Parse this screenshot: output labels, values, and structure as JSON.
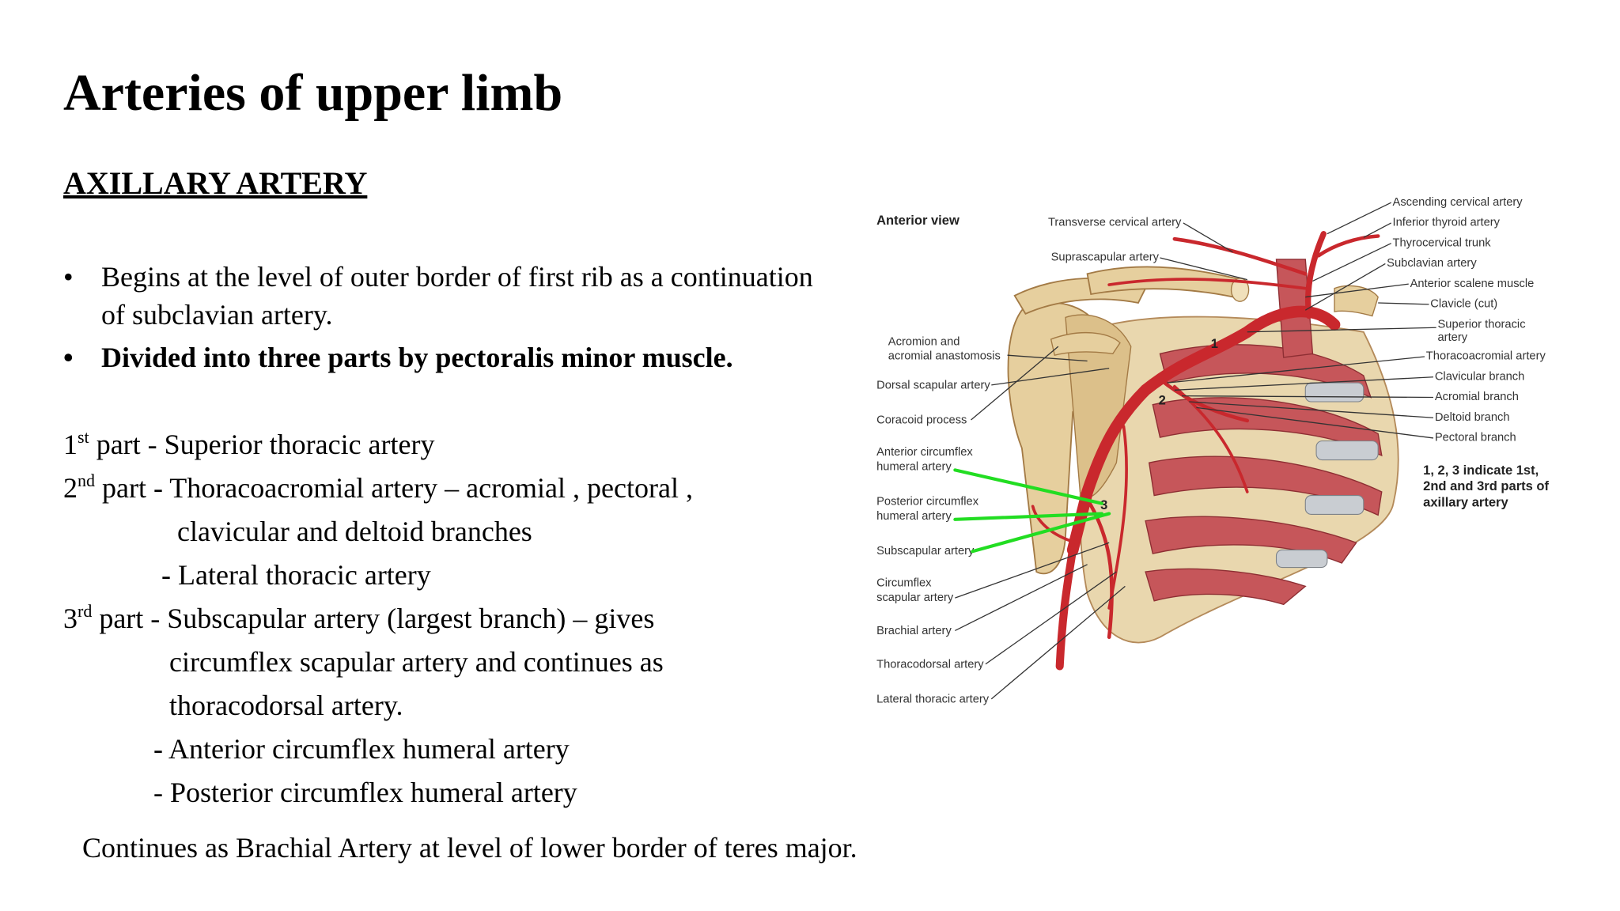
{
  "title": "Arteries of upper limb",
  "subtitle": "AXILLARY ARTERY",
  "bullets": [
    "Begins at the level of outer border of first rib as a continuation of subclavian artery.",
    "Divided into three parts by pectoralis minor muscle."
  ],
  "bullet_symbol": "•",
  "parts": {
    "p1_num": "1",
    "p1_sup": "st",
    "p1_text": " part - Superior thoracic artery",
    "p2_num": "2",
    "p2_sup": "nd",
    "p2_text": " part - Thoracoacromial artery – acromial , pectoral ,",
    "p2_cont": "clavicular and deltoid branches",
    "p2_lateral": "- Lateral thoracic artery",
    "p3_num": "3",
    "p3_sup": "rd",
    "p3_text": " part - Subscapular artery (largest branch) – gives",
    "p3_cont1": "circumflex scapular artery and continues as",
    "p3_cont2": "thoracodorsal artery.",
    "p3_ant": "- Anterior circumflex humeral artery",
    "p3_post": "- Posterior circumflex humeral artery"
  },
  "footer": "Continues as Brachial Artery at level of lower border of teres major.",
  "figure": {
    "view": "Anterior view",
    "left_labels": {
      "acromion1": "Acromion and",
      "acromion2": "acromial anastomosis",
      "dorsal": "Dorsal scapular artery",
      "coracoid": "Coracoid process",
      "ant1": "Anterior circumflex",
      "ant2": "humeral artery",
      "post1": "Posterior circumflex",
      "post2": "humeral artery",
      "subscap": "Subscapular artery",
      "circ1": "Circumflex",
      "circ2": "scapular artery",
      "brachial": "Brachial artery",
      "thoracodorsal": "Thoracodorsal artery",
      "lateral": "Lateral thoracic artery"
    },
    "top_labels": {
      "transverse": "Transverse cervical artery",
      "suprascap": "Suprascapular artery"
    },
    "right_labels": {
      "ascending": "Ascending cervical artery",
      "inferior": "Inferior thyroid artery",
      "thyrocervical": "Thyrocervical trunk",
      "subclavian": "Subclavian artery",
      "scalene": "Anterior scalene muscle",
      "clavicle": "Clavicle (cut)",
      "sup1": "Superior thoracic",
      "sup2": "artery",
      "thoracoacromial": "Thoracoacromial artery",
      "clavicular": "Clavicular branch",
      "acromial": "Acromial branch",
      "deltoid": "Deltoid branch",
      "pectoral": "Pectoral branch"
    },
    "part_numbers": [
      "1",
      "2",
      "3"
    ],
    "note": [
      "1, 2, 3 indicate 1st,",
      "2nd and 3rd parts of",
      "axillary artery"
    ],
    "colors": {
      "artery": "#c9282d",
      "bone": "#e6cf9e",
      "muscle": "#c6565a",
      "cartilage": "#c9cdd2",
      "pointer": "#22dd22"
    }
  }
}
